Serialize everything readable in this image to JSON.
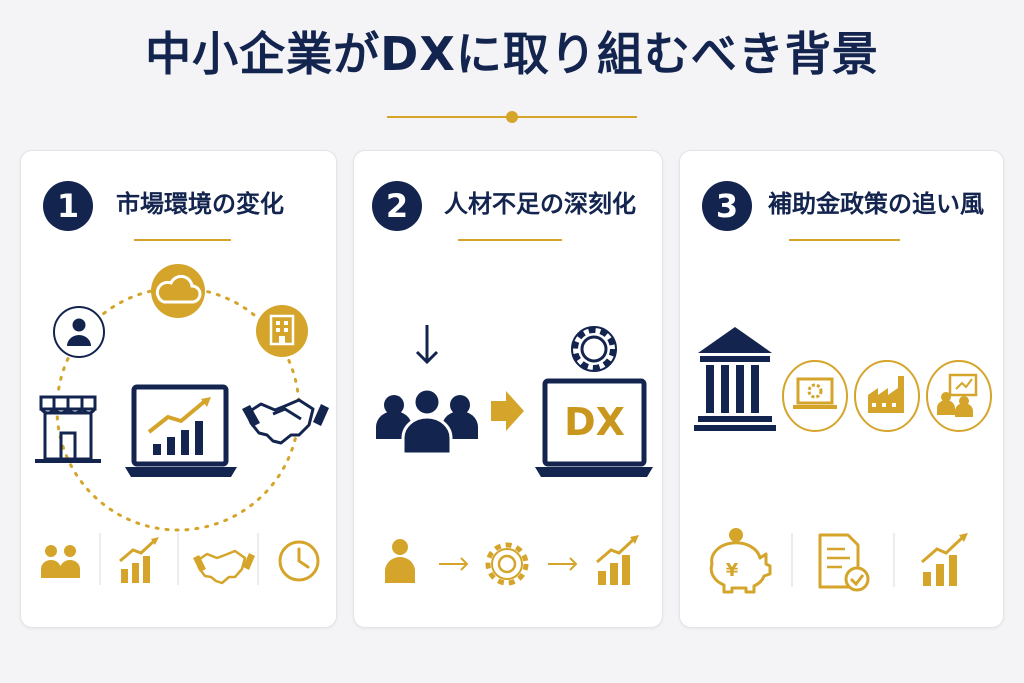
{
  "page": {
    "title": "中小企業がDXに取り組むべき背景"
  },
  "cards": [
    {
      "number": "1",
      "title": "市場環境の変化"
    },
    {
      "number": "2",
      "title": "人材不足の深刻化",
      "dx_label": "DX"
    },
    {
      "number": "3",
      "title": "補助金政策の追い風"
    }
  ],
  "colors": {
    "navy": "#13244f",
    "gold": "#d4a52a",
    "gold_dark": "#c9971d",
    "background": "#f4f4f6",
    "card": "#ffffff"
  },
  "icons": {
    "card1_main": [
      "cloud-icon",
      "person-icon",
      "building-icon",
      "store-icon",
      "laptop-growth-chart-icon",
      "handshake-icon"
    ],
    "card1_row": [
      "people-icon",
      "growth-chart-icon",
      "handshake-icon",
      "clock-icon"
    ],
    "card2_main": [
      "down-arrow-icon",
      "team-icon",
      "right-arrow-icon",
      "gear-icon",
      "laptop-dx-icon"
    ],
    "card2_row": [
      "person-icon",
      "arrow-right-icon",
      "gear-icon",
      "arrow-right-icon",
      "growth-chart-icon"
    ],
    "card3_main": [
      "government-building-icon",
      "laptop-gear-icon",
      "factory-icon",
      "consulting-icon"
    ],
    "card3_row": [
      "piggy-bank-yen-icon",
      "document-check-icon",
      "growth-chart-icon"
    ]
  }
}
